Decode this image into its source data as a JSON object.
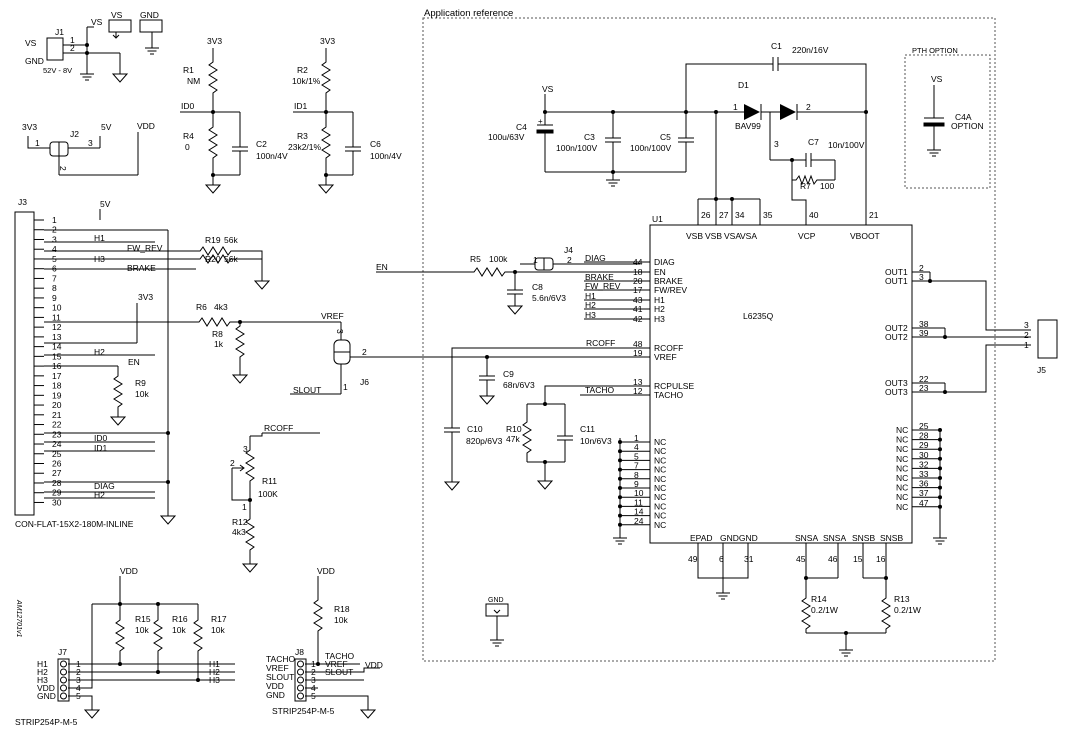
{
  "app_region": {
    "title": "Application reference"
  },
  "pth": {
    "title": "PTH OPTION",
    "vs": "VS",
    "ref": "C4A",
    "value": "OPTION"
  },
  "j1": {
    "ref": "J1",
    "vs_left": "VS",
    "gnd_left": "GND",
    "range": "52V - 8V",
    "pin1": "1",
    "pin2": "2",
    "vs_top": "VS",
    "vs_flag": "VS",
    "gnd_flag": "GND"
  },
  "j2": {
    "ref": "J2",
    "left": "3V3",
    "right": "5V",
    "vdd": "VDD",
    "pin1": "1",
    "pin2": "2",
    "pin3": "3"
  },
  "r1": {
    "ref": "R1",
    "value": "NM",
    "supply": "3V3"
  },
  "r4": {
    "ref": "R4",
    "value": "0",
    "net": "ID0"
  },
  "c2": {
    "ref": "C2",
    "value": "100n/4V"
  },
  "r2": {
    "ref": "R2",
    "value": "10k/1%",
    "supply": "3V3"
  },
  "r3": {
    "ref": "R3",
    "value": "23k2/1%",
    "net": "ID1"
  },
  "c6": {
    "ref": "C6",
    "value": "100n/4V"
  },
  "j3": {
    "ref": "J3",
    "part": "CON-FLAT-15X2-180M-INLINE",
    "pins": [
      "1",
      "2",
      "3",
      "4",
      "5",
      "6",
      "7",
      "8",
      "9",
      "10",
      "11",
      "12",
      "13",
      "14",
      "15",
      "16",
      "17",
      "18",
      "19",
      "20",
      "21",
      "22",
      "23",
      "24",
      "25",
      "26",
      "27",
      "28",
      "29",
      "30"
    ],
    "nets": {
      "p1": "5V",
      "p3": "H1",
      "p4": "FW_REV",
      "p5": "H3",
      "p6": "BRAKE",
      "p15": "H2",
      "p16": "EN",
      "p24": "ID0",
      "p25": "ID1",
      "p29": "DIAG",
      "p30": "H2"
    }
  },
  "r19": {
    "ref": "R19",
    "value": "56k"
  },
  "r20": {
    "ref": "R20",
    "value": "56k"
  },
  "r6": {
    "ref": "R6",
    "value": "4k3",
    "supply": "3V3"
  },
  "r8": {
    "ref": "R8",
    "value": "1k"
  },
  "r9": {
    "ref": "R9",
    "value": "10k"
  },
  "j6": {
    "ref": "J6",
    "pin1": "1",
    "pin2": "2",
    "pin3": "3",
    "vref": "VREF",
    "slout": "SLOUT"
  },
  "r11": {
    "ref": "R11",
    "value": "100K",
    "net": "RCOFF",
    "pin1": "1",
    "pin2": "2",
    "pin3": "3"
  },
  "r12": {
    "ref": "R12",
    "value": "4k3"
  },
  "c4": {
    "ref": "C4",
    "value": "100u/63V",
    "supply": "VS"
  },
  "c3": {
    "ref": "C3",
    "value": "100n/100V"
  },
  "c5": {
    "ref": "C5",
    "value": "100n/100V"
  },
  "c1": {
    "ref": "C1",
    "value": "220n/16V"
  },
  "d1": {
    "ref": "D1",
    "value": "BAV99",
    "pin1": "1",
    "pin2": "2",
    "pin3": "3"
  },
  "c7": {
    "ref": "C7",
    "value": "10n/100V"
  },
  "r7": {
    "ref": "R7",
    "value": "100"
  },
  "en": {
    "net": "EN"
  },
  "r5": {
    "ref": "R5",
    "value": "100k"
  },
  "c8": {
    "ref": "C8",
    "value": "5.6n/6V3"
  },
  "j4": {
    "ref": "J4",
    "pin1": "1",
    "pin2": "2"
  },
  "c9": {
    "ref": "C9",
    "value": "68n/6V3"
  },
  "c10": {
    "ref": "C10",
    "value": "820p/6V3"
  },
  "r10": {
    "ref": "R10",
    "value": "47k"
  },
  "c11": {
    "ref": "C11",
    "value": "10n/6V3"
  },
  "u1": {
    "ref": "U1",
    "part": "L6235Q",
    "top_pins": [
      "26",
      "27",
      "34",
      "35",
      "40",
      "21"
    ],
    "top_names": [
      "VSB",
      "VSB",
      "VSA",
      "VSA",
      "VCP",
      "VBOOT"
    ],
    "left_pins": [
      "44",
      "18",
      "20",
      "17",
      "43",
      "41",
      "42"
    ],
    "left_names": [
      "DIAG",
      "EN",
      "BRAKE",
      "FW/REV",
      "H1",
      "H2",
      "H3"
    ],
    "left_nets": [
      "DIAG",
      "",
      "BRAKE",
      "FW_REV",
      "H1",
      "H2",
      "H3"
    ],
    "rc_pins": [
      "48",
      "19"
    ],
    "rc_names": [
      "RCOFF",
      "VREF"
    ],
    "rc_nets": [
      "RCOFF"
    ],
    "rp_pins": [
      "13",
      "12"
    ],
    "rp_names": [
      "RCPULSE",
      "TACHO"
    ],
    "rp_nets": [
      "TACHO"
    ],
    "nc_left_pins": [
      "1",
      "4",
      "5",
      "7",
      "8",
      "9",
      "10",
      "11",
      "14",
      "24"
    ],
    "nc_name": "NC",
    "out_pins": [
      "2",
      "3",
      "38",
      "39",
      "22",
      "23"
    ],
    "out_names": [
      "OUT1",
      "OUT1",
      "OUT2",
      "OUT2",
      "OUT3",
      "OUT3"
    ],
    "nc_right_pins": [
      "25",
      "28",
      "29",
      "30",
      "32",
      "33",
      "36",
      "37",
      "47"
    ],
    "bottom_pins": [
      "49",
      "6",
      "31",
      "45",
      "46",
      "15",
      "16"
    ],
    "bottom_names": [
      "EPAD",
      "GNDGND",
      "SNSA",
      "SNSA",
      "SNSB",
      "SNSB"
    ]
  },
  "r14": {
    "ref": "R14",
    "value": "0.2/1W"
  },
  "r13": {
    "ref": "R13",
    "value": "0.2/1W"
  },
  "j5": {
    "ref": "J5",
    "pins": [
      "3",
      "2",
      "1"
    ]
  },
  "j7": {
    "ref": "J7",
    "part": "STRIP254P-M-5",
    "labels": [
      "H1",
      "H2",
      "H3",
      "VDD",
      "GND"
    ],
    "pins": [
      "1",
      "2",
      "3",
      "4",
      "5"
    ],
    "nets": [
      "H1",
      "H2",
      "H3"
    ],
    "supply": "VDD"
  },
  "r15": {
    "ref": "R15",
    "value": "10k"
  },
  "r16": {
    "ref": "R16",
    "value": "10k"
  },
  "r17": {
    "ref": "R17",
    "value": "10k"
  },
  "j8": {
    "ref": "J8",
    "part": "STRIP254P-M-5",
    "labels": [
      "TACHO",
      "VREF",
      "SLOUT",
      "VDD",
      "GND"
    ],
    "pins": [
      "1",
      "2",
      "3",
      "4",
      "5"
    ],
    "nets": [
      "TACHO",
      "VREF",
      "SLOUT"
    ],
    "vdd": "VDD",
    "supply": "VDD"
  },
  "r18": {
    "ref": "R18",
    "value": "10k"
  },
  "gnd_sym": {
    "label": "GND"
  },
  "side_code": "AM12701v1"
}
